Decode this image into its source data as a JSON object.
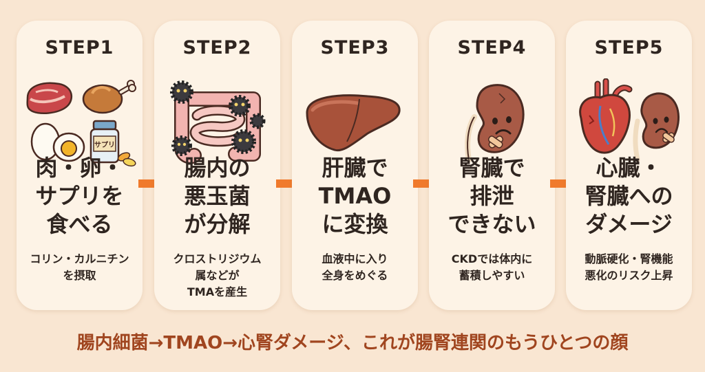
{
  "steps": [
    {
      "label": "STEP1",
      "heading": [
        "肉・卵・",
        "サプリを",
        "食べる"
      ],
      "desc": [
        "コリン・カルニチン",
        "を摂取"
      ],
      "supplement_label": "サプリ"
    },
    {
      "label": "STEP2",
      "heading": [
        "腸内の",
        "悪玉菌",
        "が分解"
      ],
      "desc": [
        "クロストリジウム",
        "属などが",
        "TMAを産生"
      ]
    },
    {
      "label": "STEP3",
      "heading": [
        "肝臓で",
        "TMAO",
        "に変換"
      ],
      "desc": [
        "血液中に入り",
        "全身をめぐる"
      ]
    },
    {
      "label": "STEP4",
      "heading": [
        "腎臓で",
        "排泄",
        "できない"
      ],
      "desc": [
        "CKDでは体内に",
        "蓄積しやすい"
      ]
    },
    {
      "label": "STEP5",
      "heading": [
        "心臓・",
        "腎臓への",
        "ダメージ"
      ],
      "desc": [
        "動脈硬化・腎機能",
        "悪化のリスク上昇"
      ]
    }
  ],
  "footer": "腸内細菌→TMAO→心腎ダメージ、これが腸腎連関のもうひとつの顔",
  "colors": {
    "background": "#f9e6d2",
    "card": "#fdf3e6",
    "arrow": "#f07a2c",
    "footer_text": "#a0451f",
    "text": "#2f2520"
  },
  "icons": [
    "meat-icon",
    "chicken-icon",
    "egg-icon",
    "supplement-bottle-icon",
    "intestine-icon",
    "bacteria-icon",
    "liver-icon",
    "sad-kidney-icon",
    "heart-icon",
    "arrow-right-icon"
  ]
}
